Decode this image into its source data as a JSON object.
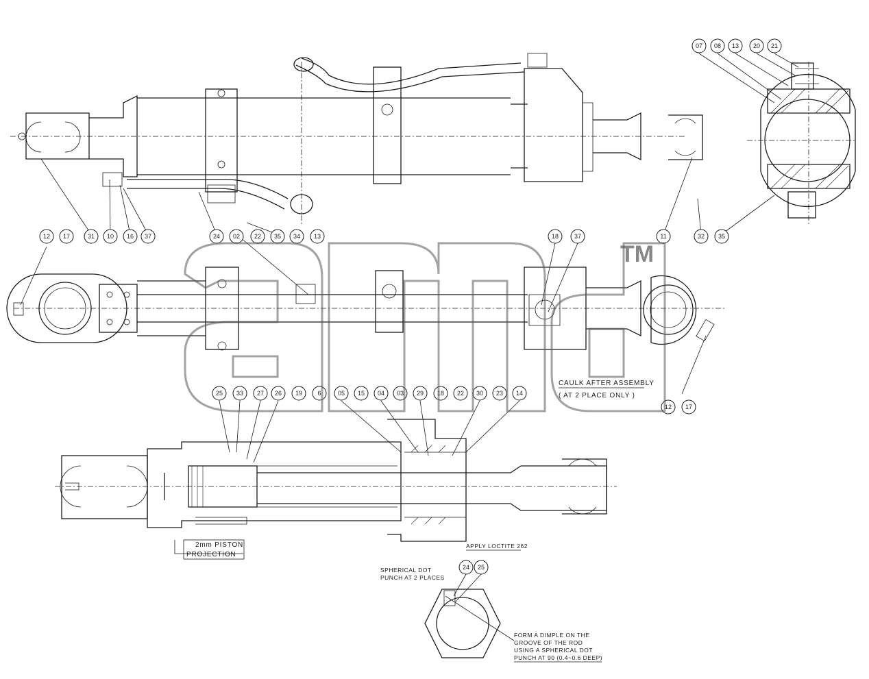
{
  "watermark": {
    "trademark": "TM"
  },
  "notes": {
    "caulk_line1": "CAULK AFTER ASSEMBLY",
    "caulk_line2": "( AT 2 PLACE ONLY )",
    "piston_line1": "2mm PISTON",
    "piston_line2": "PROJECTION",
    "loctite": "APPLY LOCTITE 262",
    "spherical_line1": "SPHERICAL DOT",
    "spherical_line2": "PUNCH AT 2 PLACES",
    "form_line1": "FORM A DIMPLE ON THE",
    "form_line2": "GROOVE OF THE ROD",
    "form_line3": "USING A SPHERICAL DOT",
    "form_line4": "PUNCH AT 90 (0.4~0.6 DEEP)"
  },
  "callouts": {
    "top_row": [
      "07",
      "08",
      "13",
      "20",
      "21"
    ],
    "row_a": [
      "31",
      "10",
      "16",
      "37"
    ],
    "row_b": [
      "24",
      "02",
      "22",
      "35",
      "34",
      "13"
    ],
    "row_c": [
      "11",
      "32",
      "35"
    ],
    "left_pair": [
      "12",
      "17"
    ],
    "mid_pair": [
      "18",
      "37"
    ],
    "right_pair": [
      "12",
      "17"
    ],
    "section_row": [
      "25",
      "33",
      "27",
      "26",
      "19",
      "6",
      "05",
      "15",
      "04",
      "03",
      "29",
      "18",
      "22",
      "30",
      "23",
      "14"
    ],
    "nut_pair": [
      "24",
      "25"
    ]
  }
}
